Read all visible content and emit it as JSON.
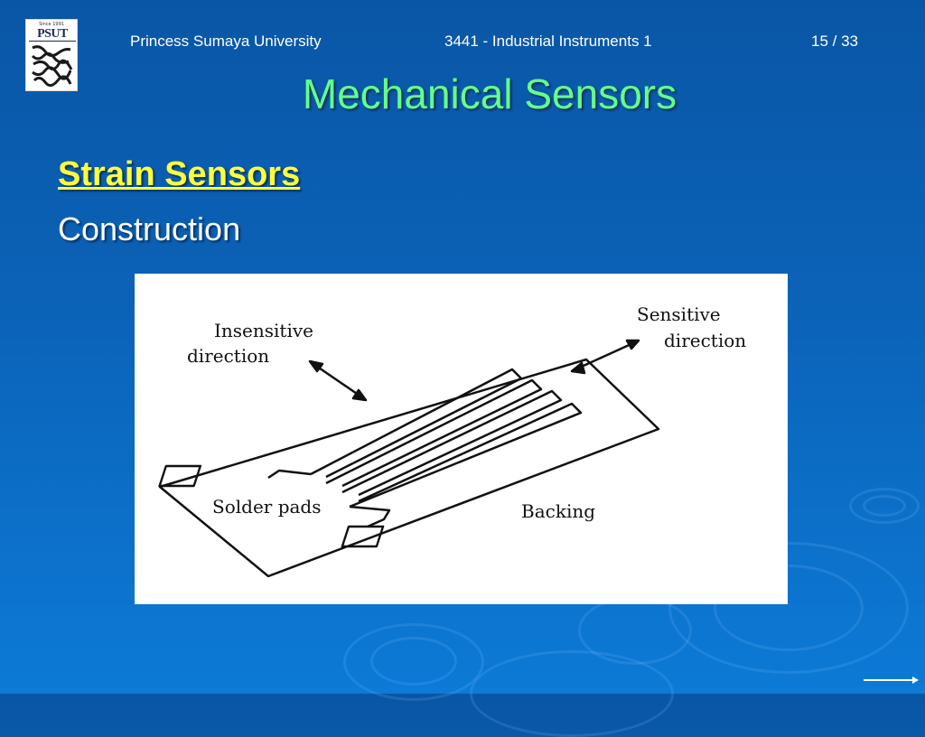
{
  "header": {
    "university": "Princess Sumaya University",
    "course": "3441 - Industrial Instruments 1",
    "page": "15 / 33"
  },
  "logo": {
    "text": "PSUT",
    "since": "Since 1991"
  },
  "slide": {
    "title": "Mechanical Sensors",
    "subtitle": "Strain Sensors",
    "body": "Construction"
  },
  "figure": {
    "labels": {
      "insensitive_line1": "Insensitive",
      "insensitive_line2": "direction",
      "sensitive_line1": "Sensitive",
      "sensitive_line2": "direction",
      "solder_pads": "Solder pads",
      "backing": "Backing"
    }
  },
  "colors": {
    "title": "#66ff88",
    "subtitle": "#ffff3c",
    "body": "#ffffff",
    "background_top": "#0a56a6",
    "background_bottom": "#0c7ad6"
  },
  "icons": {
    "next": "right-arrow-icon"
  }
}
